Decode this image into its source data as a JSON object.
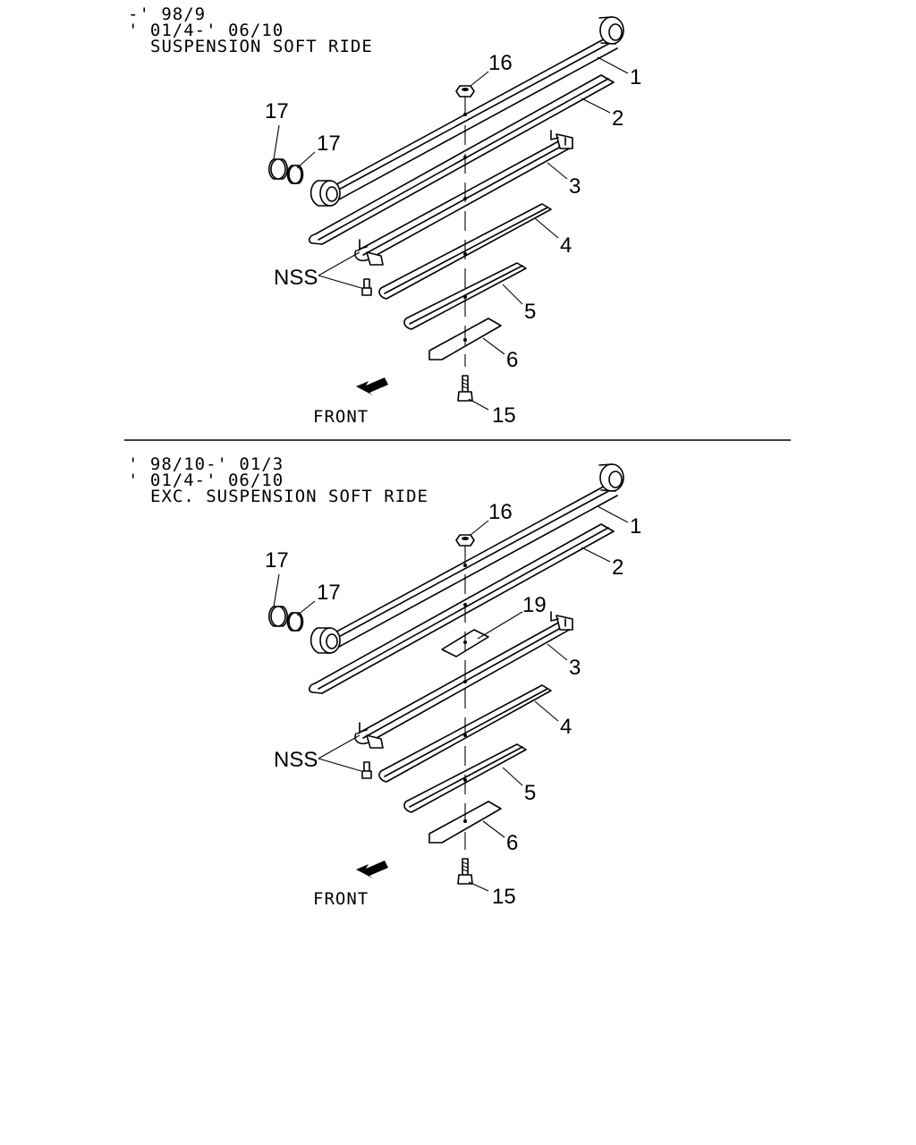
{
  "colors": {
    "ink": "#000000",
    "paper": "#ffffff"
  },
  "panels": [
    {
      "header": [
        "-' 98/9",
        "' 01/4-' 06/10",
        "SUSPENSION SOFT RIDE"
      ],
      "callouts": {
        "c1": "1",
        "c2": "2",
        "c3": "3",
        "c4": "4",
        "c5": "5",
        "c6": "6",
        "c15": "15",
        "c16": "16",
        "c17a": "17",
        "c17b": "17",
        "nss": "NSS"
      },
      "front_label": "FRONT"
    },
    {
      "header": [
        "' 98/10-' 01/3",
        "' 01/4-' 06/10",
        "EXC. SUSPENSION SOFT RIDE"
      ],
      "callouts": {
        "c1": "1",
        "c2": "2",
        "c3": "3",
        "c4": "4",
        "c5": "5",
        "c6": "6",
        "c15": "15",
        "c16": "16",
        "c17a": "17",
        "c17b": "17",
        "c19": "19",
        "nss": "NSS"
      },
      "front_label": "FRONT"
    }
  ]
}
